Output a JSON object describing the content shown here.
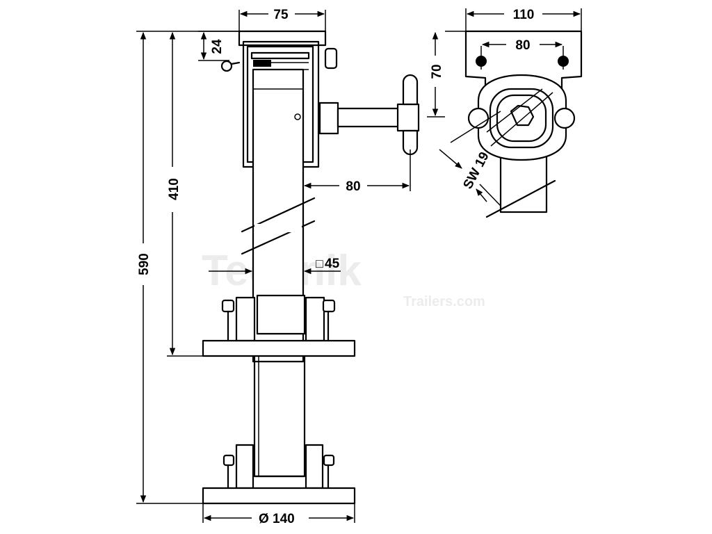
{
  "dimensions": {
    "top_width": "75",
    "top_offset": "24",
    "total_height": "590",
    "upper_height": "410",
    "crank_offset": "80",
    "tube_square": "45",
    "base_diameter": "140",
    "plate_width": "110",
    "hole_spacing": "80",
    "plate_height": "70",
    "wrench_size": "SW 19"
  },
  "symbols": {
    "square": "□",
    "diameter": "Ø"
  }
}
